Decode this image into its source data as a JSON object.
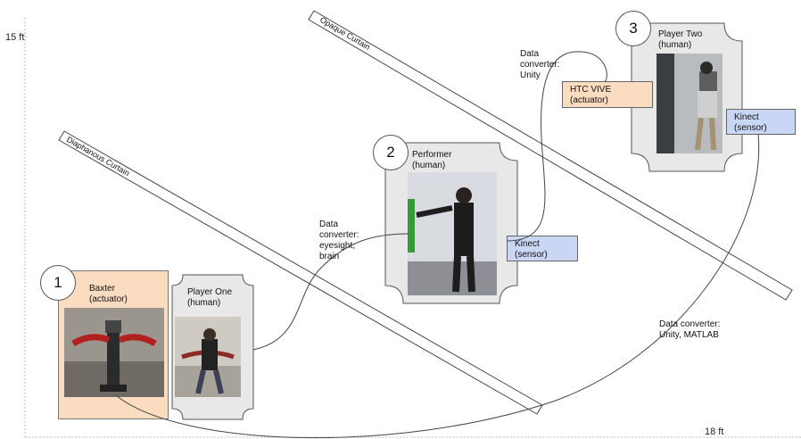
{
  "dimensions": {
    "height_label": "15 ft",
    "width_label": "18 ft"
  },
  "curtains": {
    "opaque": "Opaque Curtain",
    "diaphanous": "Diaphanous Curtain"
  },
  "stations": [
    {
      "number": "1",
      "name": "Baxter",
      "role": "(actuator)"
    },
    {
      "number": "",
      "name": "Player One",
      "role": "(human)"
    },
    {
      "number": "2",
      "name": "Performer",
      "role": "(human)"
    },
    {
      "number": "3",
      "name": "Player Two",
      "role": "(human)"
    }
  ],
  "devices": {
    "kinect_mid": {
      "name": "Kinect",
      "role": "(sensor)"
    },
    "kinect_top": {
      "name": "Kinect",
      "role": "(sensor)"
    },
    "htc_vive": {
      "name": "HTC VIVE",
      "role": "(actuator)"
    }
  },
  "converters": {
    "eyesight": {
      "line1": "Data",
      "line2": "converter:",
      "line3": "eyesight,",
      "line4": "brain"
    },
    "unity": {
      "line1": "Data",
      "line2": "converter:",
      "line3": "Unity"
    },
    "unity_matlab": {
      "line1": "Data converter:",
      "line2": "Unity, MATLAB"
    }
  },
  "colors": {
    "sensor": "#c9d7f5",
    "actuator": "#fbdcc0",
    "panel": "#e8e8e8"
  }
}
